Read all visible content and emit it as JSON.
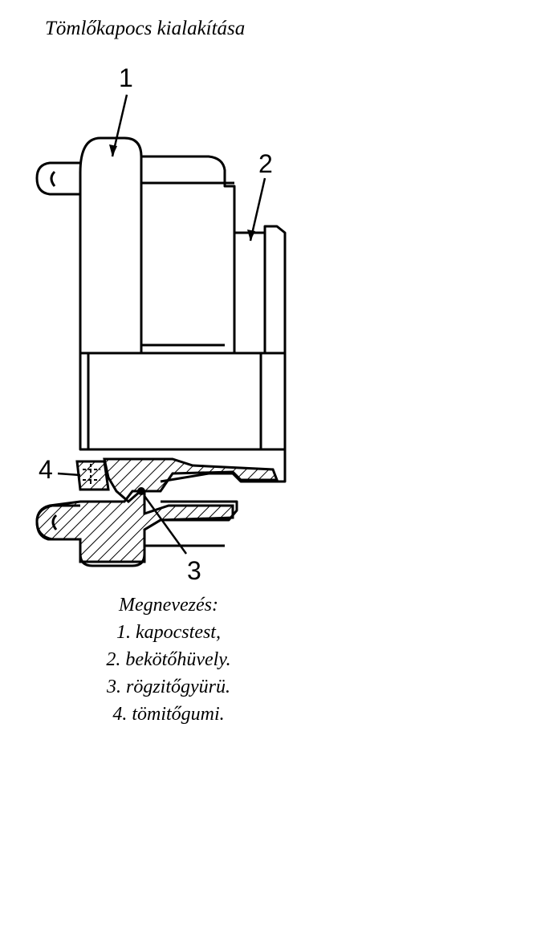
{
  "title": "Tömlőkapocs kialakítása",
  "callouts": [
    "1",
    "2",
    "3",
    "4"
  ],
  "legend": {
    "heading": "Megnevezés:",
    "items": [
      "1. kapocstest,",
      "2. bekötőhüvely.",
      "3. rögzitőgyürü.",
      "4. tömitőgumi."
    ]
  }
}
